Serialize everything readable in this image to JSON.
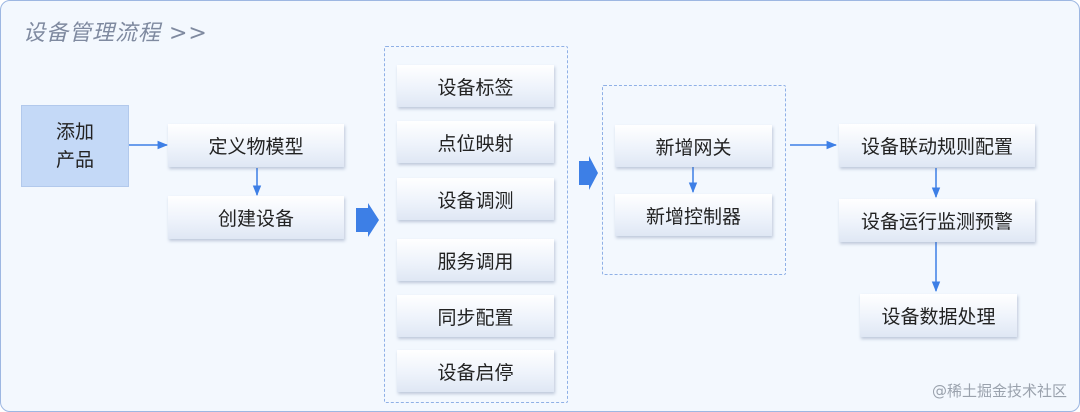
{
  "title": "设备管理流程 >>",
  "nodes": {
    "add_product": "添加\n产品",
    "define_model": "定义物模型",
    "create_device": "创建设备",
    "device_tags": "设备标签",
    "point_mapping": "点位映射",
    "device_debug": "设备调测",
    "service_call": "服务调用",
    "sync_config": "同步配置",
    "device_start_stop": "设备启停",
    "add_gateway": "新增网关",
    "add_controller": "新增控制器",
    "linkage_rules": "设备联动规则配置",
    "monitoring_alert": "设备运行监测预警",
    "data_processing": "设备数据处理"
  },
  "watermark": "@稀土掘金技术社区",
  "colors": {
    "arrow": "#3d7fe6",
    "primary_box": "#c4d9f7",
    "dashed_border": "#8fb0e6"
  }
}
